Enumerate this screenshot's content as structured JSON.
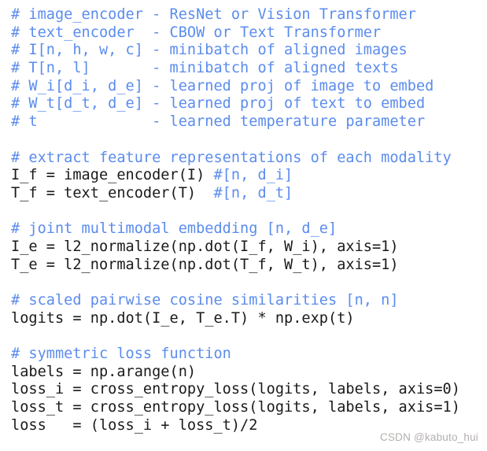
{
  "colors": {
    "comment": "#5b8cee",
    "code": "#1a1a1a",
    "watermark": "#b3b0ae",
    "background": "#ffffff"
  },
  "code_block": {
    "language": "numpy-like-pseudocode",
    "lines": [
      {
        "segments": [
          {
            "c": "comment",
            "t": "# image_encoder - ResNet or Vision Transformer"
          }
        ]
      },
      {
        "segments": [
          {
            "c": "comment",
            "t": "# text_encoder  - CBOW or Text Transformer"
          }
        ]
      },
      {
        "segments": [
          {
            "c": "comment",
            "t": "# I[n, h, w, c] - minibatch of aligned images"
          }
        ]
      },
      {
        "segments": [
          {
            "c": "comment",
            "t": "# T[n, l]       - minibatch of aligned texts"
          }
        ]
      },
      {
        "segments": [
          {
            "c": "comment",
            "t": "# W_i[d_i, d_e] - learned proj of image to embed"
          }
        ]
      },
      {
        "segments": [
          {
            "c": "comment",
            "t": "# W_t[d_t, d_e] - learned proj of text to embed"
          }
        ]
      },
      {
        "segments": [
          {
            "c": "comment",
            "t": "# t             - learned temperature parameter"
          }
        ]
      },
      {
        "segments": []
      },
      {
        "segments": [
          {
            "c": "comment",
            "t": "# extract feature representations of each modality"
          }
        ]
      },
      {
        "segments": [
          {
            "c": "code",
            "t": "I_f = image_encoder(I) "
          },
          {
            "c": "comment",
            "t": "#[n, d_i]"
          }
        ]
      },
      {
        "segments": [
          {
            "c": "code",
            "t": "T_f = text_encoder(T)  "
          },
          {
            "c": "comment",
            "t": "#[n, d_t]"
          }
        ]
      },
      {
        "segments": []
      },
      {
        "segments": [
          {
            "c": "comment",
            "t": "# joint multimodal embedding [n, d_e]"
          }
        ]
      },
      {
        "segments": [
          {
            "c": "code",
            "t": "I_e = l2_normalize(np.dot(I_f, W_i), axis=1)"
          }
        ]
      },
      {
        "segments": [
          {
            "c": "code",
            "t": "T_e = l2_normalize(np.dot(T_f, W_t), axis=1)"
          }
        ]
      },
      {
        "segments": []
      },
      {
        "segments": [
          {
            "c": "comment",
            "t": "# scaled pairwise cosine similarities [n, n]"
          }
        ]
      },
      {
        "segments": [
          {
            "c": "code",
            "t": "logits = np.dot(I_e, T_e.T) * np.exp(t)"
          }
        ]
      },
      {
        "segments": []
      },
      {
        "segments": [
          {
            "c": "comment",
            "t": "# symmetric loss function"
          }
        ]
      },
      {
        "segments": [
          {
            "c": "code",
            "t": "labels = np.arange(n)"
          }
        ]
      },
      {
        "segments": [
          {
            "c": "code",
            "t": "loss_i = cross_entropy_loss(logits, labels, axis=0)"
          }
        ]
      },
      {
        "segments": [
          {
            "c": "code",
            "t": "loss_t = cross_entropy_loss(logits, labels, axis=1)"
          }
        ]
      },
      {
        "segments": [
          {
            "c": "code",
            "t": "loss   = (loss_i + loss_t)/2"
          }
        ]
      }
    ]
  },
  "watermark": {
    "text": "CSDN @kabuto_hui"
  }
}
